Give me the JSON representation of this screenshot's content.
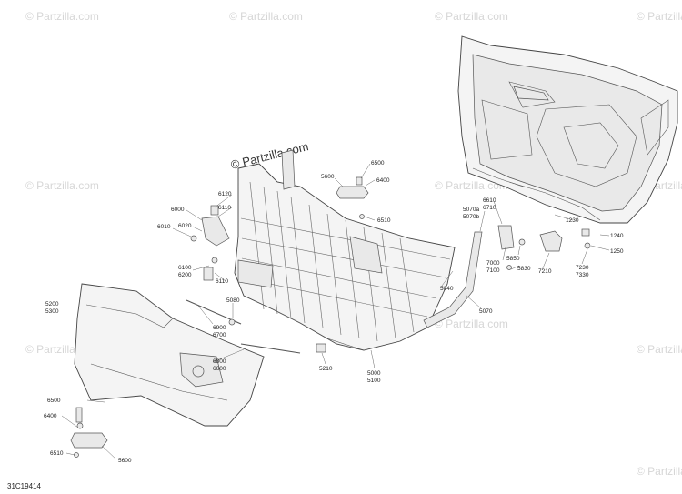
{
  "watermark": "© Partzilla.com",
  "watermark_center": "© Partzilla.com",
  "figure_id": "31C19414",
  "callouts": [
    {
      "id": "c6500a",
      "text": "6500"
    },
    {
      "id": "c5600a",
      "text": "5600"
    },
    {
      "id": "c6400a",
      "text": "6400"
    },
    {
      "id": "c6510a",
      "text": "6510"
    },
    {
      "id": "c6120",
      "text": "6120"
    },
    {
      "id": "c6110a",
      "text": "6110"
    },
    {
      "id": "c6000",
      "text": "6000"
    },
    {
      "id": "c6010",
      "text": "6010"
    },
    {
      "id": "c6020",
      "text": "6020"
    },
    {
      "id": "c6100",
      "text": "6100"
    },
    {
      "id": "c6200",
      "text": "6200"
    },
    {
      "id": "c6110b",
      "text": "6110"
    },
    {
      "id": "c5080",
      "text": "5080"
    },
    {
      "id": "c6900",
      "text": "6900"
    },
    {
      "id": "c6700",
      "text": "6700"
    },
    {
      "id": "c6800",
      "text": "6800"
    },
    {
      "id": "c6600",
      "text": "6600"
    },
    {
      "id": "c5210",
      "text": "5210"
    },
    {
      "id": "c5000",
      "text": "5000"
    },
    {
      "id": "c5100",
      "text": "5100"
    },
    {
      "id": "c5040",
      "text": "5040"
    },
    {
      "id": "c5070",
      "text": "5070"
    },
    {
      "id": "c5070a",
      "text": "5070a"
    },
    {
      "id": "c5070b",
      "text": "5070b"
    },
    {
      "id": "c6610",
      "text": "6610"
    },
    {
      "id": "c6710",
      "text": "6710"
    },
    {
      "id": "c7000",
      "text": "7000"
    },
    {
      "id": "c7100",
      "text": "7100"
    },
    {
      "id": "c5850",
      "text": "5850"
    },
    {
      "id": "c5830",
      "text": "5830"
    },
    {
      "id": "c7210",
      "text": "7210"
    },
    {
      "id": "c7230",
      "text": "7230"
    },
    {
      "id": "c7330",
      "text": "7330"
    },
    {
      "id": "c1230",
      "text": "1230"
    },
    {
      "id": "c1240",
      "text": "1240"
    },
    {
      "id": "c1250",
      "text": "1250"
    },
    {
      "id": "c5200",
      "text": "5200"
    },
    {
      "id": "c5300",
      "text": "5300"
    },
    {
      "id": "c6500b",
      "text": "6500"
    },
    {
      "id": "c6400b",
      "text": "6400"
    },
    {
      "id": "c6510b",
      "text": "6510"
    },
    {
      "id": "c5600b",
      "text": "5600"
    }
  ]
}
